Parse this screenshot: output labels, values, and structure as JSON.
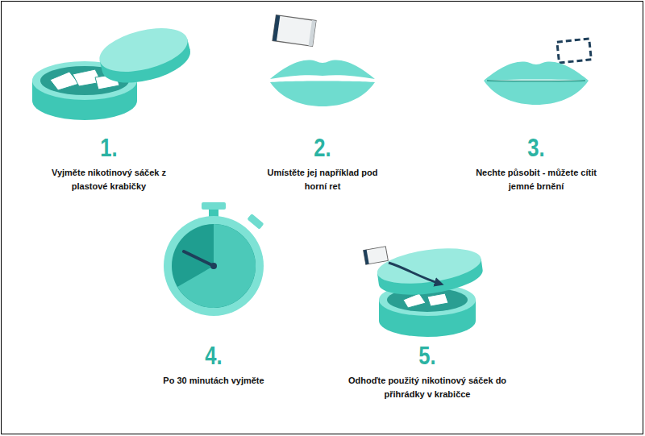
{
  "diagram": {
    "labels": [
      "1.",
      "Vyjměte nikotinový sáček z plastové krabičky",
      "2.",
      "Umístěte jej například pod horní ret",
      "3.",
      "Nechte působit - můžete cítit jemné brnění",
      "4.",
      "Po 30 minutách vyjměte",
      "5.",
      "Odhoďte použitý nikotinový sáček do přihrádky v krabičce"
    ]
  }
}
